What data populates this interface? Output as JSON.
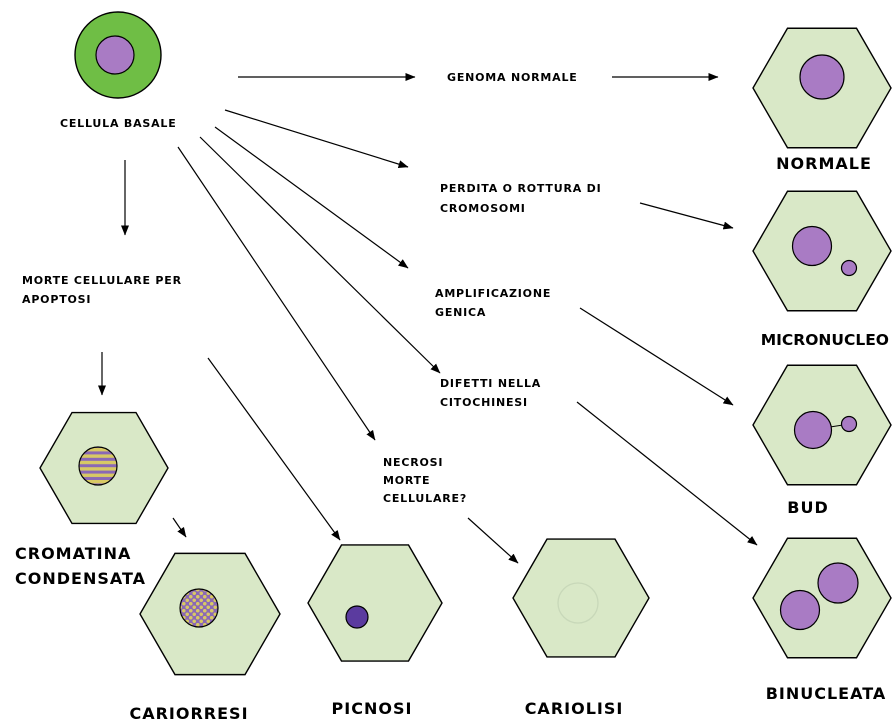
{
  "colors": {
    "cell_fill": "#d9e8c7",
    "basal_cytoplasm": "#6fbe45",
    "nucleus": "#a97bc4",
    "pyknotic_nucleus": "#5b3b9f",
    "chromatin_yellow": "#d8c964",
    "chromatin_purple": "#8a68b6",
    "karyolysis_ghost": "#c8d8b9"
  },
  "basal_cell": {
    "label": "CELLULA BASALE"
  },
  "pathways": {
    "normal": {
      "cause": [
        "GENOMA NORMALE"
      ],
      "outcome": "NORMALE"
    },
    "chromosome_loss": {
      "cause": [
        "PERDITA O ROTTURA DI",
        "CROMOSOMI"
      ],
      "outcome": "MICRONUCLEO"
    },
    "gene_amplification": {
      "cause": [
        "AMPLIFICAZIONE",
        "GENICA"
      ],
      "outcome": "BUD"
    },
    "cytokinesis_defect": {
      "cause": [
        "DIFETTI NELLA",
        "CITOCHINESI"
      ],
      "outcome": "BINUCLEATA"
    },
    "necrosis": {
      "cause": [
        "NECROSI",
        "MORTE",
        "CELLULARE?"
      ],
      "outcome": "CARIOLISI"
    },
    "apoptosis": {
      "cause": [
        "MORTE CELLULARE PER",
        "APOPTOSI"
      ],
      "stage": [
        "CROMATINA",
        "CONDENSATA"
      ],
      "outcomes": [
        "CARIORRESI",
        "PICNOSI"
      ]
    }
  }
}
